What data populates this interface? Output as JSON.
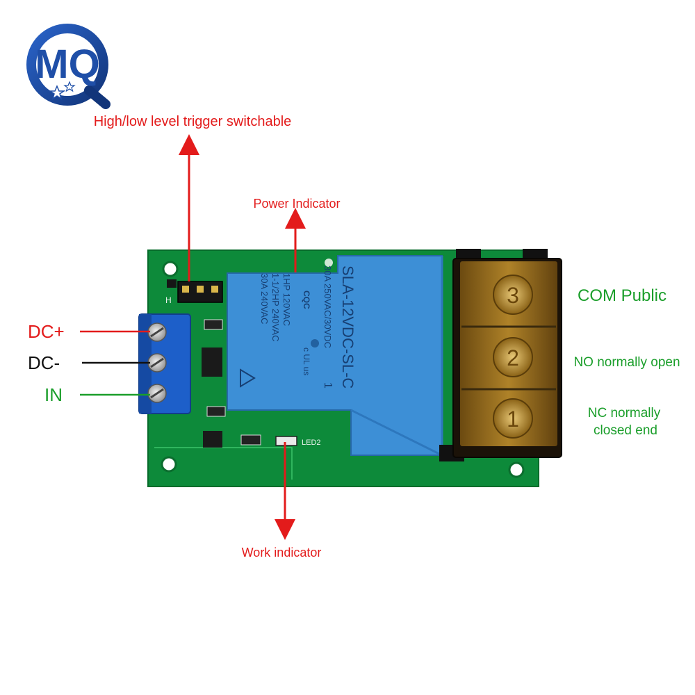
{
  "logo": {
    "letters": "MQ"
  },
  "callouts": {
    "trigger_switch": "High/low level trigger switchable",
    "power_indicator": "Power Indicator",
    "work_indicator": "Work indicator"
  },
  "input_terminals": {
    "dc_plus": "DC+",
    "dc_minus": "DC-",
    "in": "IN"
  },
  "output_terminals": {
    "com": "COM Public",
    "no": "NO normally open",
    "nc_line1": "NC normally",
    "nc_line2": "closed end"
  },
  "relay": {
    "model": "SLA-12VDC-SL-C",
    "cert": "CQC",
    "pin_mark": "1",
    "rating_1": "30A  250VAC/30VDC",
    "rating_2": "1HP 120VAC",
    "rating_3": "1-1/2HP 240VAC",
    "rating_4": "30A 240VAC",
    "ul_mark": "c UL us"
  },
  "board": {
    "led_label": "LED2",
    "jumper_mark": "H"
  },
  "terminal_numbers": [
    "3",
    "2",
    "1"
  ],
  "colors": {
    "pcb": "#0d8a3a",
    "relay": "#3d8fd6",
    "input_terminal": "#1d5fc9",
    "output_terminal": "#a8781f",
    "callout_red": "#e31b1b",
    "label_green": "#1a9e2a",
    "logo_blue": "#1f4fa8"
  }
}
